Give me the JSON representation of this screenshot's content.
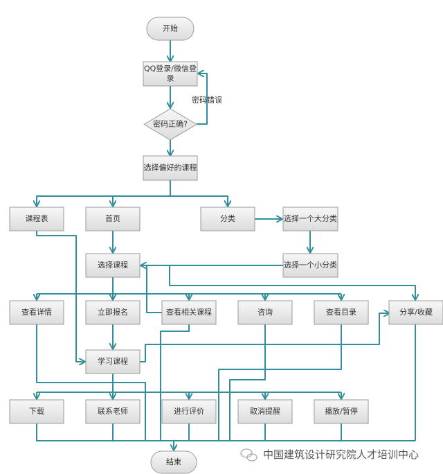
{
  "nodes": {
    "start": "开始",
    "login": [
      "QQ登录/微信登",
      "录"
    ],
    "password_check": "密码正确?",
    "choose_pref": "选择偏好的课程",
    "schedule": "课程表",
    "home": "首页",
    "category": "分类",
    "big_category": "选择一个大分类",
    "choose_course": "选择课程",
    "small_category": "选择一个小分类",
    "details": "查看详情",
    "enroll": "立即报名",
    "related": "查看相关课程",
    "consult": "咨询",
    "catalog": "查看目录",
    "share": "分享/收藏",
    "study": "学习课程",
    "download": "下载",
    "contact": "联系老师",
    "review": "进行评价",
    "cancel_reminder": "取消提醒",
    "play_pause": "播放/暂停",
    "end": "结束"
  },
  "edge_labels": {
    "password_wrong": "密码错误"
  },
  "watermark": "中国建筑设计研究院人才培训中心",
  "colors": {
    "line": "#2f8f9c",
    "box_border": "#9a9a9a"
  }
}
